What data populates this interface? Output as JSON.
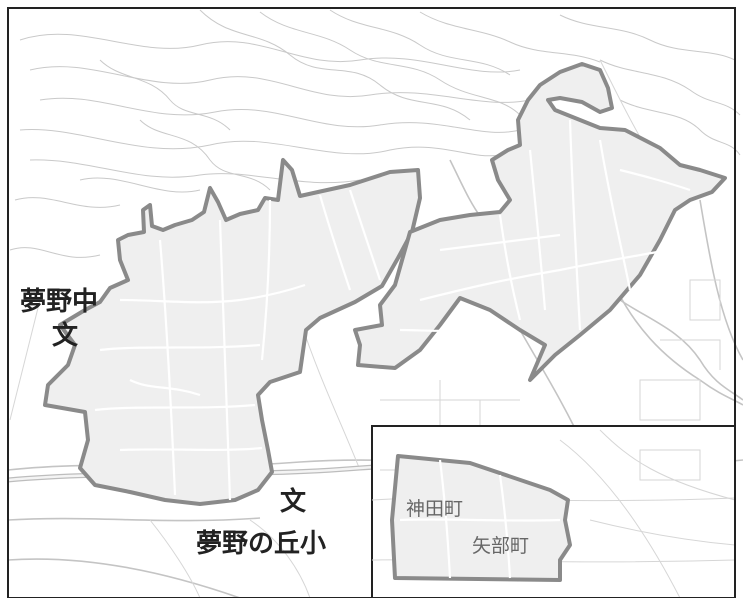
{
  "map": {
    "labels": {
      "school_middle_name": "夢野中",
      "school_middle_symbol": "文",
      "school_primary_symbol": "文",
      "school_primary_name": "夢野の丘小"
    },
    "inset": {
      "area_1": "神田町",
      "area_2": "矢部町"
    },
    "colors": {
      "background": "#ffffff",
      "district_fill": "#efefef",
      "district_border": "#8a8a8a",
      "contour": "#c9c9c9",
      "road": "#c4c4c4",
      "frame": "#222222"
    }
  }
}
